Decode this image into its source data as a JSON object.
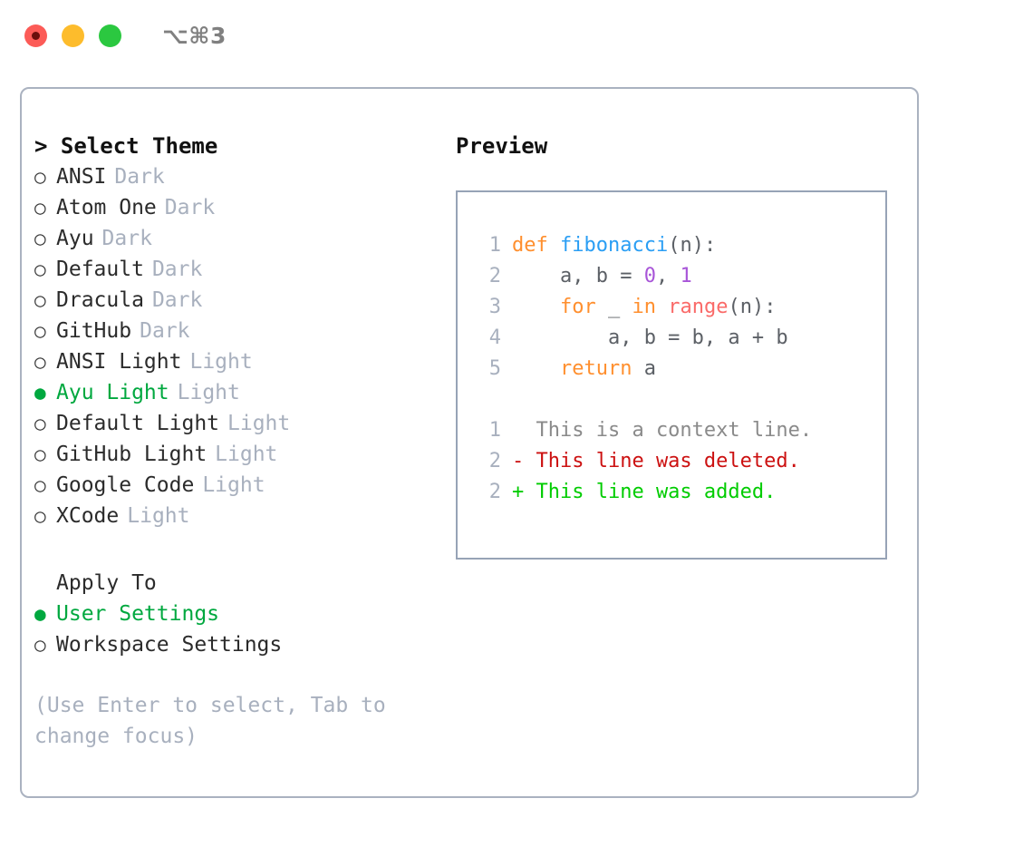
{
  "window": {
    "title": "⌥⌘3",
    "traffic_lights": [
      "close-red",
      "minimize-yellow",
      "maximize-green"
    ]
  },
  "theme_picker": {
    "header": "> Select Theme",
    "prompt_marker": ">",
    "bullet_unselected": "○",
    "bullet_selected": "●",
    "items": [
      {
        "label": "ANSI",
        "badge": "Dark",
        "selected": false
      },
      {
        "label": "Atom One",
        "badge": "Dark",
        "selected": false
      },
      {
        "label": "Ayu",
        "badge": "Dark",
        "selected": false
      },
      {
        "label": "Default",
        "badge": "Dark",
        "selected": false
      },
      {
        "label": "Dracula",
        "badge": "Dark",
        "selected": false
      },
      {
        "label": "GitHub",
        "badge": "Dark",
        "selected": false
      },
      {
        "label": "ANSI Light",
        "badge": "Light",
        "selected": false
      },
      {
        "label": "Ayu Light",
        "badge": "Light",
        "selected": true
      },
      {
        "label": "Default Light",
        "badge": "Light",
        "selected": false
      },
      {
        "label": "GitHub Light",
        "badge": "Light",
        "selected": false
      },
      {
        "label": "Google Code",
        "badge": "Light",
        "selected": false
      },
      {
        "label": "XCode",
        "badge": "Light",
        "selected": false
      }
    ]
  },
  "apply_to": {
    "header": "Apply To",
    "items": [
      {
        "label": "User Settings",
        "selected": true
      },
      {
        "label": "Workspace Settings",
        "selected": false
      }
    ]
  },
  "hint": "(Use Enter to select, Tab to change focus)",
  "preview": {
    "header": "Preview",
    "code_lines": [
      {
        "lno": "1",
        "tokens": [
          {
            "t": "def ",
            "c": "kw"
          },
          {
            "t": "fibonacci",
            "c": "fn"
          },
          {
            "t": "(n):",
            "c": "pl"
          }
        ]
      },
      {
        "lno": "2",
        "tokens": [
          {
            "t": "    a, b = ",
            "c": "pl"
          },
          {
            "t": "0",
            "c": "num"
          },
          {
            "t": ", ",
            "c": "pl"
          },
          {
            "t": "1",
            "c": "num"
          }
        ]
      },
      {
        "lno": "3",
        "tokens": [
          {
            "t": "    ",
            "c": "pl"
          },
          {
            "t": "for",
            "c": "kw"
          },
          {
            "t": " _ ",
            "c": "pl"
          },
          {
            "t": "in",
            "c": "kw"
          },
          {
            "t": " ",
            "c": "pl"
          },
          {
            "t": "range",
            "c": "bi"
          },
          {
            "t": "(n):",
            "c": "pl"
          }
        ]
      },
      {
        "lno": "4",
        "tokens": [
          {
            "t": "        a, b = b, a + b",
            "c": "pl"
          }
        ]
      },
      {
        "lno": "5",
        "tokens": [
          {
            "t": "    ",
            "c": "pl"
          },
          {
            "t": "return",
            "c": "kw"
          },
          {
            "t": " a",
            "c": "pl"
          }
        ]
      }
    ],
    "diff_lines": [
      {
        "lno": "1",
        "text": "  This is a context line.",
        "kind": "ctx"
      },
      {
        "lno": "2",
        "text": "- This line was deleted.",
        "kind": "del"
      },
      {
        "lno": "2",
        "text": "+ This line was added.",
        "kind": "add"
      }
    ]
  },
  "colors": {
    "accent_green": "#00a83f",
    "muted": "#a8b0be",
    "border": "#aab2c0",
    "preview_border": "#97a3b6",
    "keyword": "#ff8f2e",
    "function": "#2a9ef4",
    "number": "#a855d8",
    "builtin": "#fa6a68",
    "diff_deleted": "#cc1111",
    "diff_added": "#00cc00"
  }
}
